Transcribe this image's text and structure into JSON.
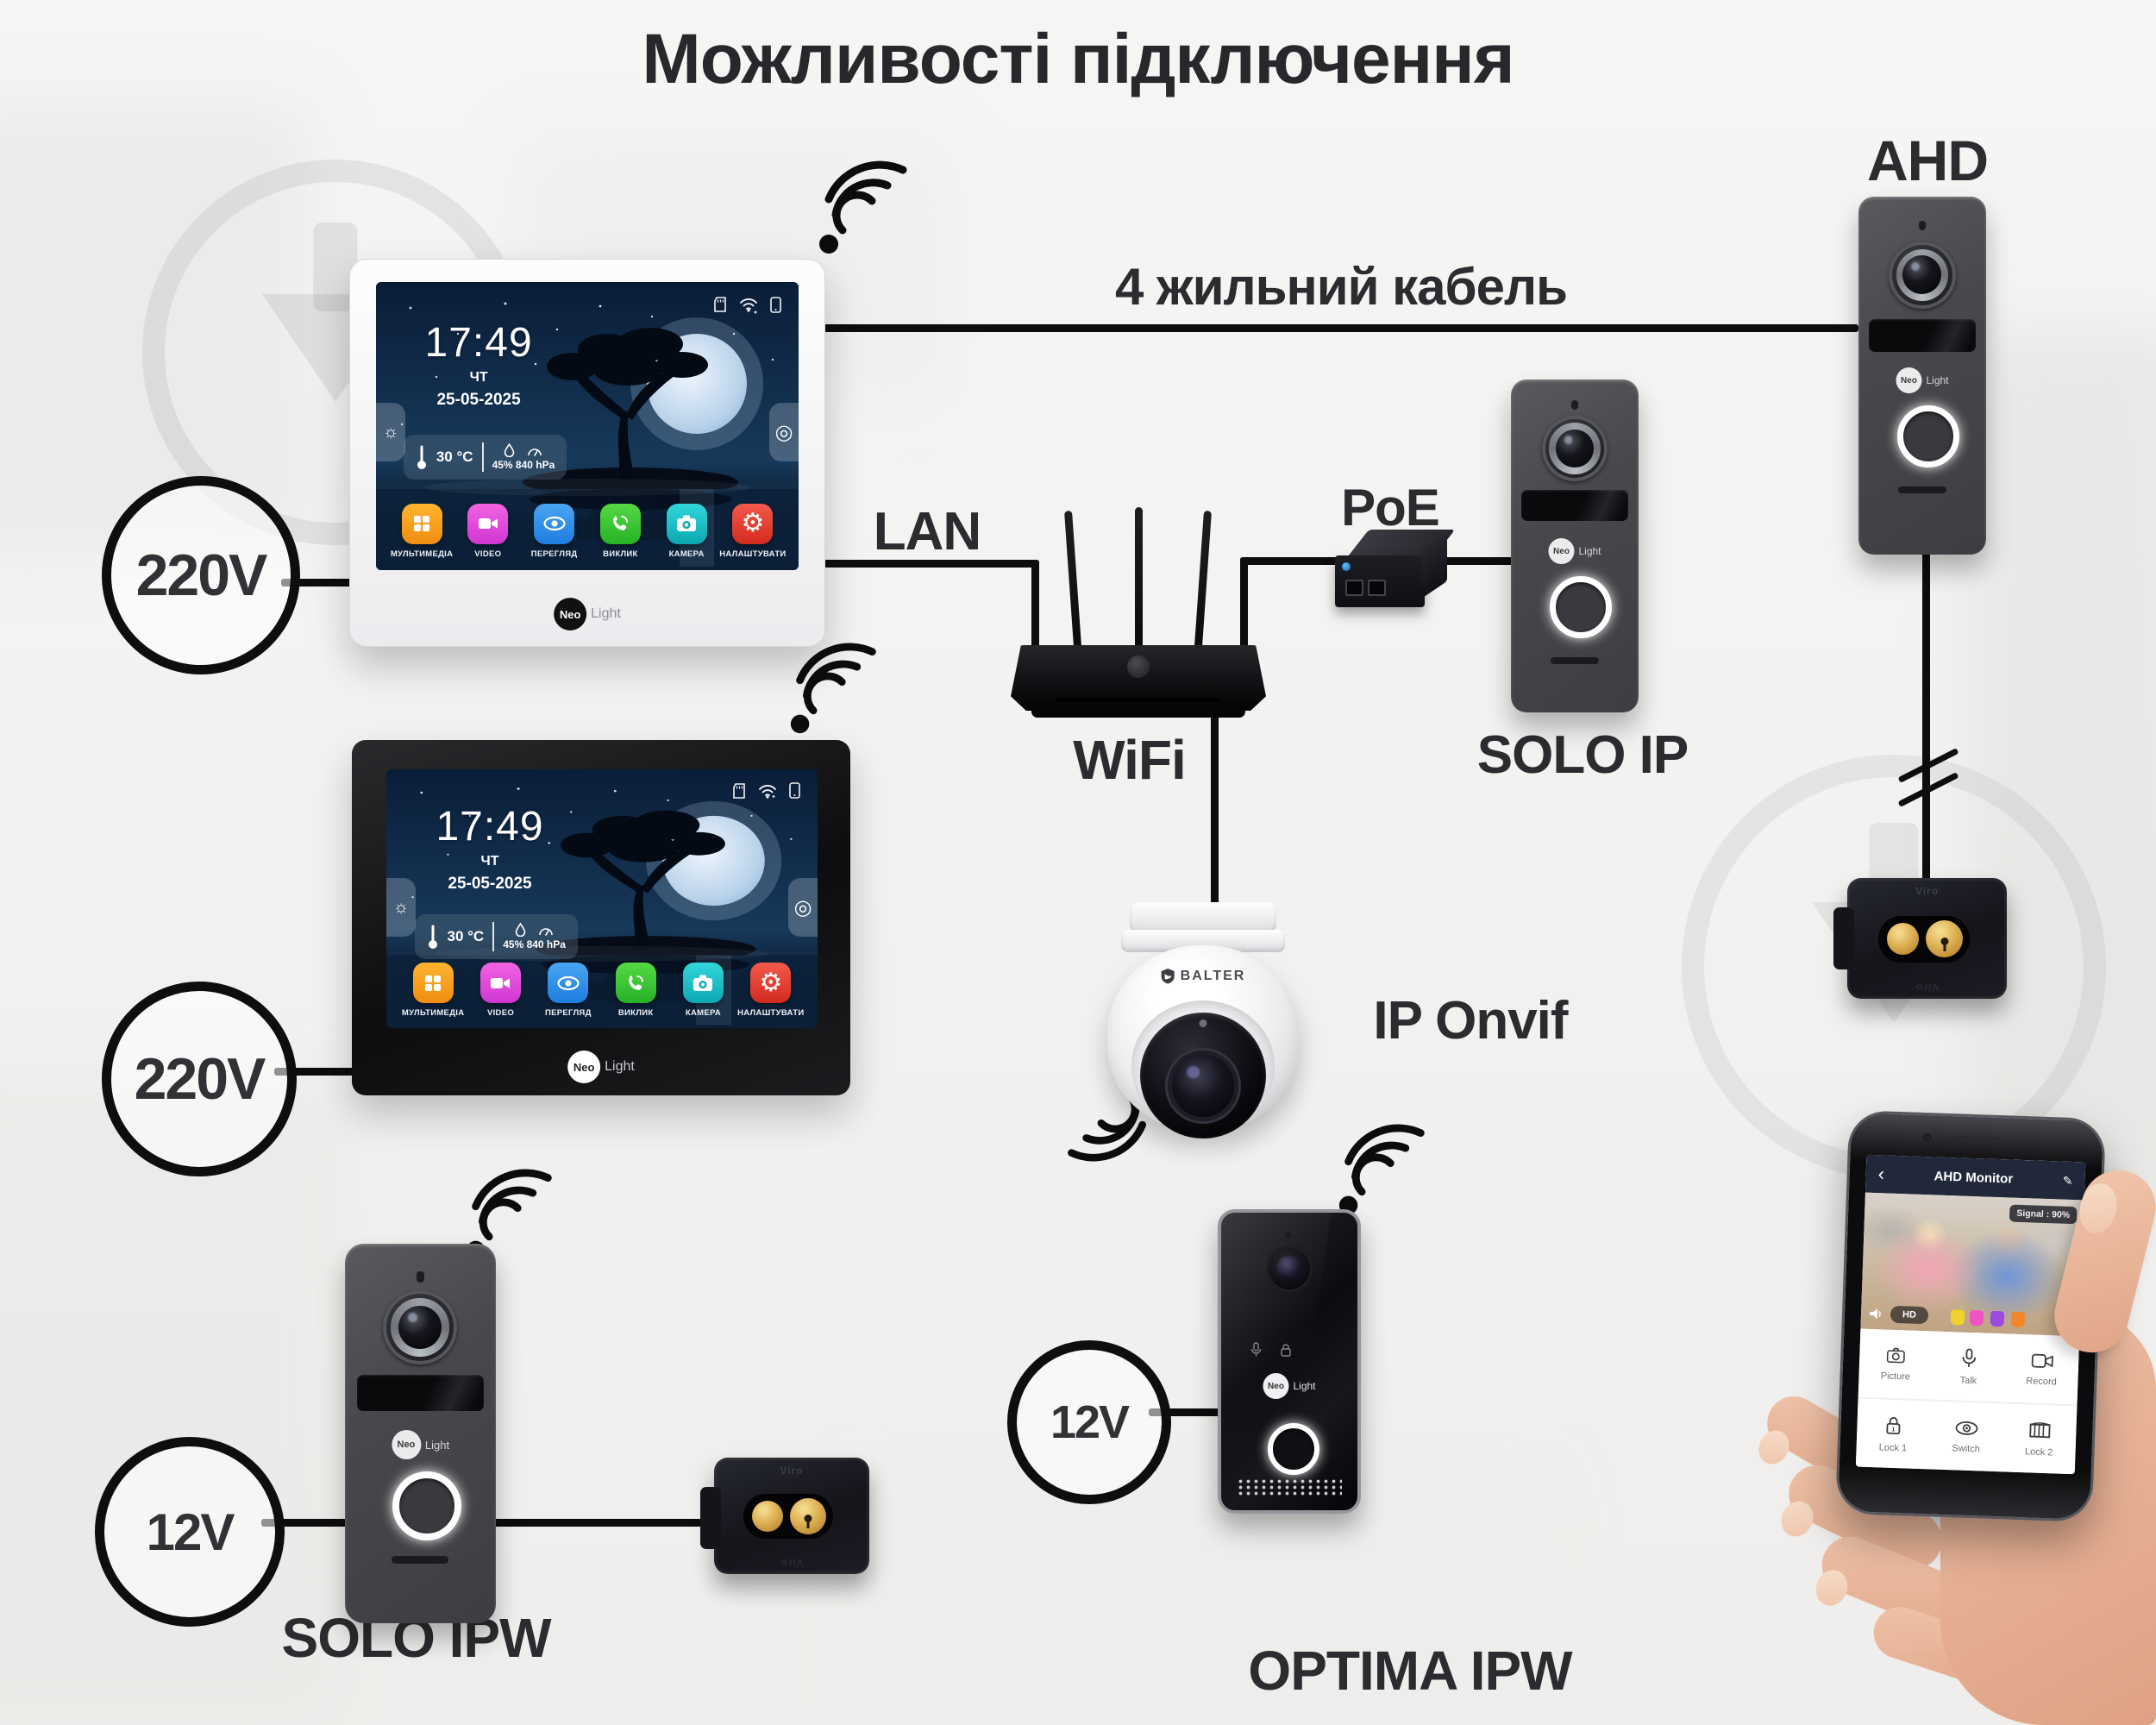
{
  "title": "Можливості підключення",
  "labels": {
    "cable4": "4 жильний кабель",
    "lan": "LAN",
    "wifi": "WiFi",
    "poe": "PoE",
    "ahd": "AHD",
    "solo_ip": "SOLO IP",
    "ip_onvif": "IP Onvif",
    "solo_ipw": "SOLO IPW",
    "optima_ipw": "OPTIMA IPW"
  },
  "power": {
    "v220_top": "220V",
    "v220_bottom": "220V",
    "v12_left": "12V",
    "v12_right": "12V"
  },
  "monitor_screen": {
    "time": "17:49",
    "day": "ЧТ",
    "date": "25-05-2025",
    "temp": "30 °C",
    "humidity_pressure": "45%  840 hPa",
    "apps": [
      {
        "label": "МУЛЬТИМЕДІА",
        "color": "#f5a020",
        "icon": "grid-icon"
      },
      {
        "label": "VIDEO",
        "color": "#d944d8",
        "icon": "video-icon"
      },
      {
        "label": "ПЕРЕГЛЯД",
        "color": "#2e86e4",
        "icon": "eye-icon"
      },
      {
        "label": "ВИКЛИК",
        "color": "#35c02f",
        "icon": "phone-icon"
      },
      {
        "label": "КАМЕРА",
        "color": "#17b5bf",
        "icon": "camera-icon"
      },
      {
        "label": "НАЛАШТУВАТИ",
        "color": "#e0342a",
        "icon": "gear-icon"
      }
    ],
    "gear_glyph": "⚙",
    "record_tab_glyph": "◎",
    "lamp_tab_glyph": "☼"
  },
  "brand": {
    "neo": "Neo",
    "light": "Light"
  },
  "camera_brand": "BALTER",
  "lock_brand": "Viro",
  "phone_app": {
    "back_glyph": "‹",
    "title": "AHD Monitor",
    "edit_glyph": "✎",
    "signal": "Signal : 90%",
    "hd": "HD",
    "buttons": [
      {
        "label": "Picture",
        "icon": "photo-icon"
      },
      {
        "label": "Talk",
        "icon": "mic-icon"
      },
      {
        "label": "Record",
        "icon": "record-icon"
      },
      {
        "label": "Lock 1",
        "icon": "padlock-icon"
      },
      {
        "label": "Switch",
        "icon": "eye-icon"
      },
      {
        "label": "Lock 2",
        "icon": "gate-icon"
      }
    ]
  },
  "colors": {
    "wire": "#0d0d0d",
    "label_text": "#2c2b2f",
    "panel_gray": "#48484c",
    "optima_black": "#0c0c10",
    "gold": "#ddb054",
    "phone_header": "#20283a",
    "screen_night": "#0b2038"
  }
}
